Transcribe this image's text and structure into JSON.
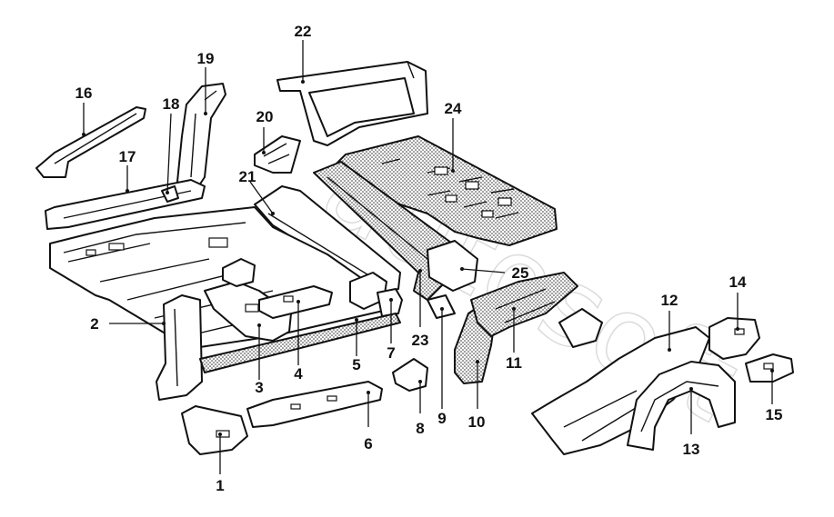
{
  "callouts": [
    {
      "id": "1",
      "text": "1"
    },
    {
      "id": "2",
      "text": "2"
    },
    {
      "id": "3",
      "text": "3"
    },
    {
      "id": "4",
      "text": "4"
    },
    {
      "id": "5",
      "text": "5"
    },
    {
      "id": "6",
      "text": "6"
    },
    {
      "id": "7",
      "text": "7"
    },
    {
      "id": "8",
      "text": "8"
    },
    {
      "id": "9",
      "text": "9"
    },
    {
      "id": "10",
      "text": "10"
    },
    {
      "id": "11",
      "text": "11"
    },
    {
      "id": "12",
      "text": "12"
    },
    {
      "id": "13",
      "text": "13"
    },
    {
      "id": "14",
      "text": "14"
    },
    {
      "id": "15",
      "text": "15"
    },
    {
      "id": "16",
      "text": "16"
    },
    {
      "id": "17",
      "text": "17"
    },
    {
      "id": "18",
      "text": "18"
    },
    {
      "id": "19",
      "text": "19"
    },
    {
      "id": "20",
      "text": "20"
    },
    {
      "id": "21",
      "text": "21"
    },
    {
      "id": "22",
      "text": "22"
    },
    {
      "id": "23",
      "text": "23"
    },
    {
      "id": "24",
      "text": "24"
    },
    {
      "id": "25",
      "text": "25"
    }
  ],
  "watermark": "autosoft"
}
